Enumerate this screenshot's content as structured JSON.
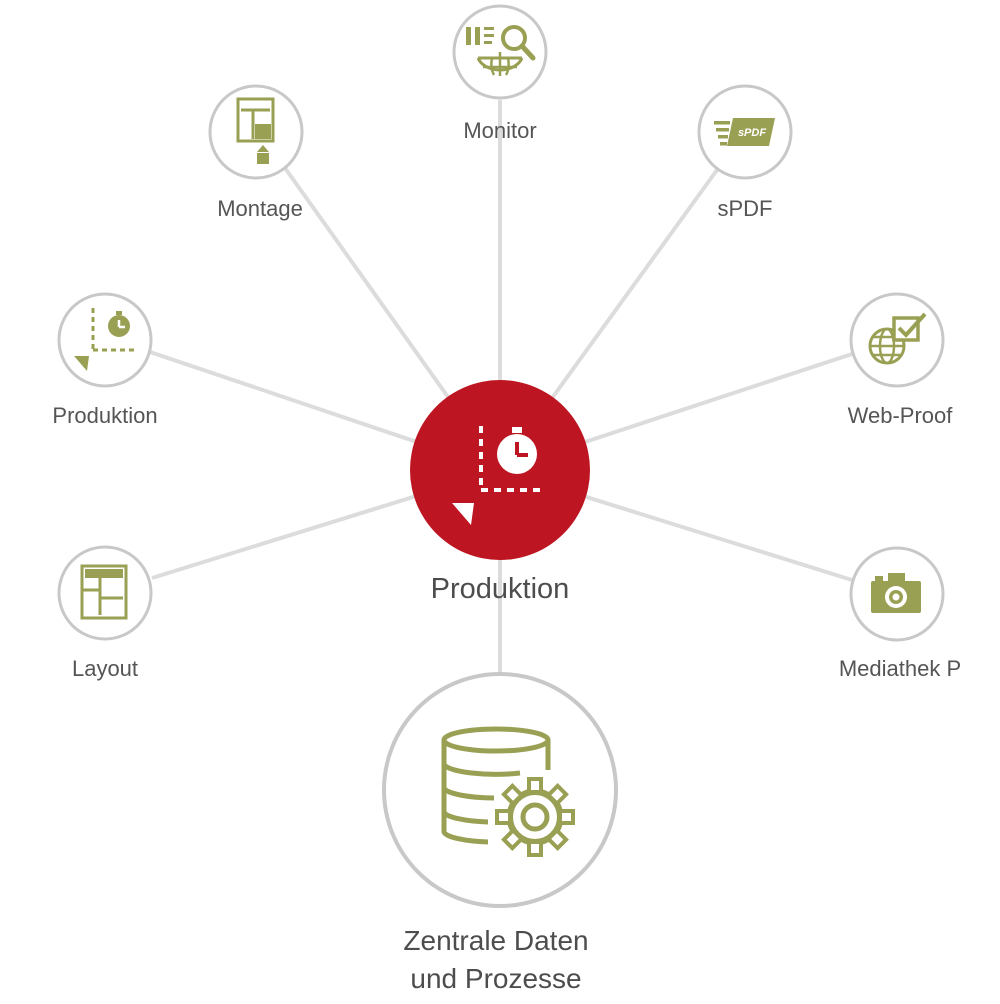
{
  "colors": {
    "accent": "#bd1622",
    "olive": "#9aa053",
    "ring": "#c8c8c8",
    "line": "#dcdcdc",
    "text": "#555555"
  },
  "center": {
    "label": "Produktion",
    "icon": "production-timer-icon"
  },
  "nodes": {
    "monitor": {
      "label": "Monitor",
      "icon": "monitor-globe-search-icon"
    },
    "spdf": {
      "label": "sPDF",
      "icon": "spdf-icon"
    },
    "webproof": {
      "label": "Web-Proof",
      "icon": "globe-checkbox-icon"
    },
    "mediathek": {
      "label": "Mediathek P",
      "icon": "camera-icon"
    },
    "layout": {
      "label": "Layout",
      "icon": "layout-grid-icon"
    },
    "produktion": {
      "label": "Produktion",
      "icon": "production-timer-icon"
    },
    "montage": {
      "label": "Montage",
      "icon": "montage-page-icon"
    }
  },
  "database": {
    "label_line1": "Zentrale Daten",
    "label_line2": "und Prozesse",
    "icon": "database-gear-icon"
  }
}
